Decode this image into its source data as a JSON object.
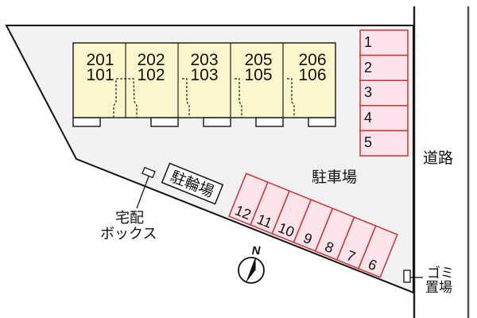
{
  "map": {
    "colors": {
      "lot_fill": "#f2f2f2",
      "building_fill": "#fbf6cc",
      "parking_fill": "#fde3ea",
      "parking_stroke": "#cc3333",
      "line": "#111111"
    },
    "building": {
      "units": [
        {
          "upper": "201",
          "lower": "101"
        },
        {
          "upper": "202",
          "lower": "102"
        },
        {
          "upper": "203",
          "lower": "103"
        },
        {
          "upper": "205",
          "lower": "105"
        },
        {
          "upper": "206",
          "lower": "106"
        }
      ]
    },
    "parking_right": {
      "slots": [
        "1",
        "2",
        "3",
        "4",
        "5"
      ]
    },
    "parking_diagonal": {
      "slots": [
        "12",
        "11",
        "10",
        "9",
        "8",
        "7",
        "6"
      ]
    },
    "labels": {
      "parking_lot": "駐車場",
      "bicycle_parking": "駐輪場",
      "delivery_box_line1": "宅配",
      "delivery_box_line2": "ボックス",
      "road": "道路",
      "garbage_line1": "ゴミ",
      "garbage_line2": "置場",
      "compass_north": "N"
    }
  }
}
